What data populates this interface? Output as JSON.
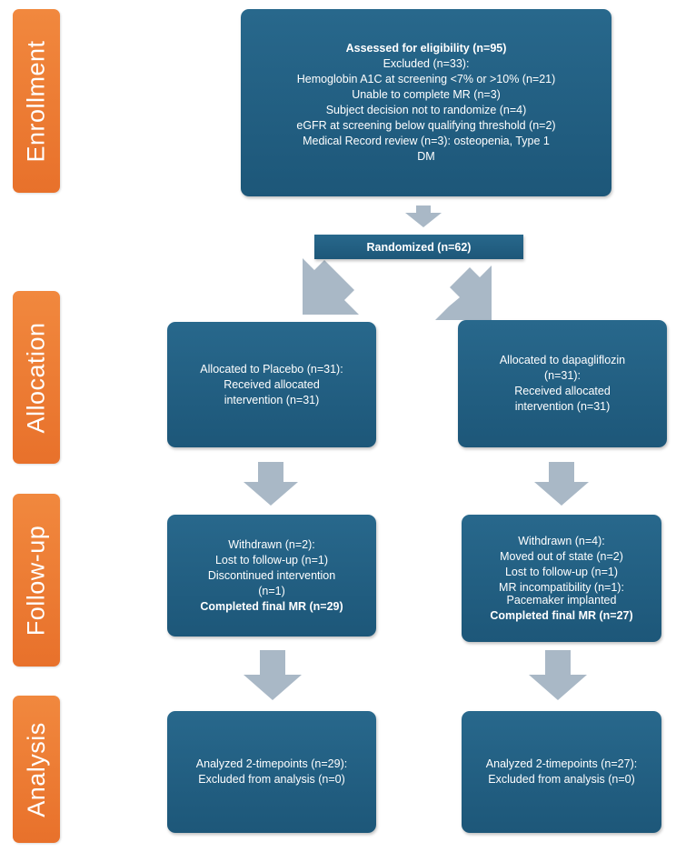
{
  "stages": {
    "enrollment": "Enrollment",
    "allocation": "Allocation",
    "followup": "Follow-up",
    "analysis": "Analysis"
  },
  "enrollment_box": {
    "title": "Assessed for eligibility (n=95)",
    "excluded": "Excluded (n=33):",
    "reasons": [
      "Hemoglobin A1C at screening <7% or >10% (n=21)",
      "Unable to complete MR (n=3)",
      "Subject decision not to randomize (n=4)",
      "eGFR at screening below qualifying threshold (n=2)",
      "Medical Record review (n=3): osteopenia, Type 1",
      "DM"
    ]
  },
  "randomized": "Randomized (n=62)",
  "allocation": {
    "placebo": {
      "line1": "Allocated to Placebo (n=31):",
      "line2": "Received allocated",
      "line3": "intervention (n=31)"
    },
    "dapagliflozin": {
      "line1": "Allocated to dapagliflozin",
      "line2": "(n=31):",
      "line3": "Received allocated",
      "line4": "intervention (n=31)"
    }
  },
  "followup": {
    "placebo": {
      "withdrawn": "Withdrawn (n=2):",
      "lost": "Lost to follow-up (n=1)",
      "discontinued": "Discontinued intervention",
      "discontinued_n": "(n=1)",
      "completed": "Completed final MR (n=29)"
    },
    "dapagliflozin": {
      "withdrawn": "Withdrawn (n=4):",
      "moved": "Moved out of state (n=2)",
      "lost": "Lost to follow-up (n=1)",
      "incompat": "MR incompatibility (n=1):",
      "pacemaker": "Pacemaker implanted",
      "completed": "Completed final MR (n=27)"
    }
  },
  "analysis": {
    "placebo": {
      "analyzed": "Analyzed 2-timepoints (n=29):",
      "excluded": "Excluded from analysis (n=0)"
    },
    "dapagliflozin": {
      "analyzed": "Analyzed 2-timepoints (n=27):",
      "excluded": "Excluded from analysis (n=0)"
    }
  },
  "colors": {
    "box": "#1f5b7e",
    "stage": "#ec7a33",
    "arrow": "#a9b8c6"
  }
}
